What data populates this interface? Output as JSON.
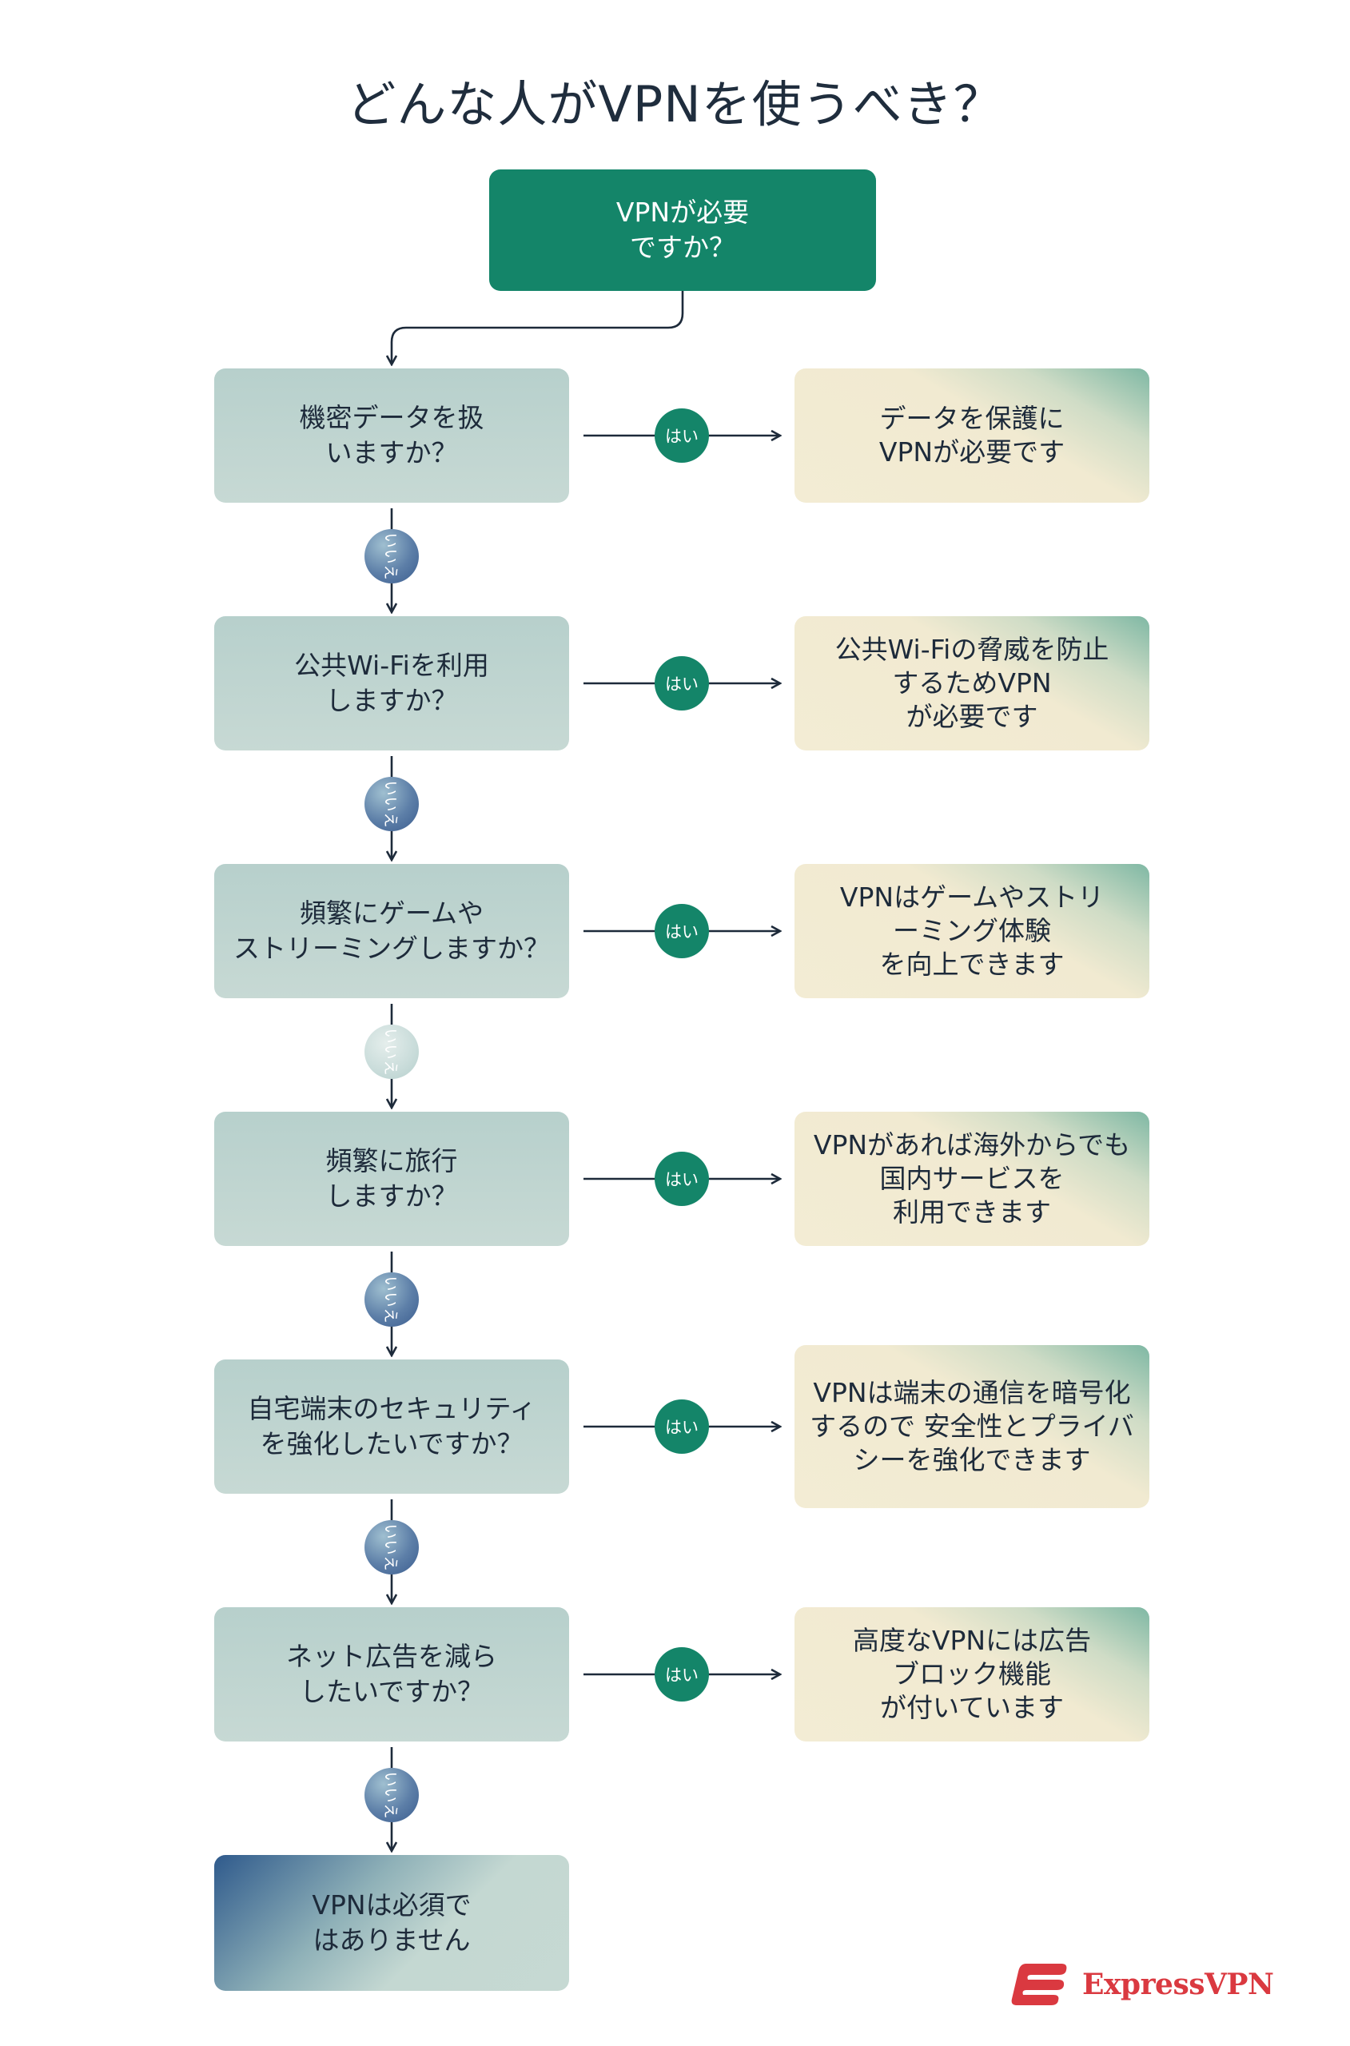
{
  "title": "どんな人がVPNを使うべき？",
  "start": "VPNが必要\nですか？",
  "yes_label": "はい",
  "no_label": "いいえ",
  "questions": [
    "機密データを扱\nいますか？",
    "公共Wi-Fiを利用\nしますか？",
    "頻繁にゲームや\nストリーミングしますか？",
    "頻繁に旅行\nしますか？",
    "自宅端末のセキュリティ\nを強化したいですか？",
    "ネット広告を減ら\nしたいですか？"
  ],
  "answers": [
    "データを保護に\nVPNが必要です",
    "公共Wi-Fiの脅威を防止\nするためVPN\nが必要です",
    "VPNはゲームやストリ\nーミング体験\nを向上できます",
    "VPNがあれば海外からでも\n国内サービスを\n利用できます",
    "VPNは端末の通信を暗号化\nするので 安全性とプライバ\nシーを強化できます",
    "高度なVPNには広告\nブロック機能\nが付いています"
  ],
  "final": "VPNは必須で\nはありません",
  "brand": {
    "name": "ExpressVPN",
    "color": "#da3940"
  },
  "colors": {
    "accent_green": "#148569",
    "question_box": "#bfd5d1",
    "answer_box": "#f3ecd4",
    "no_circle": "#4f729c",
    "line": "#1d2a3a"
  }
}
